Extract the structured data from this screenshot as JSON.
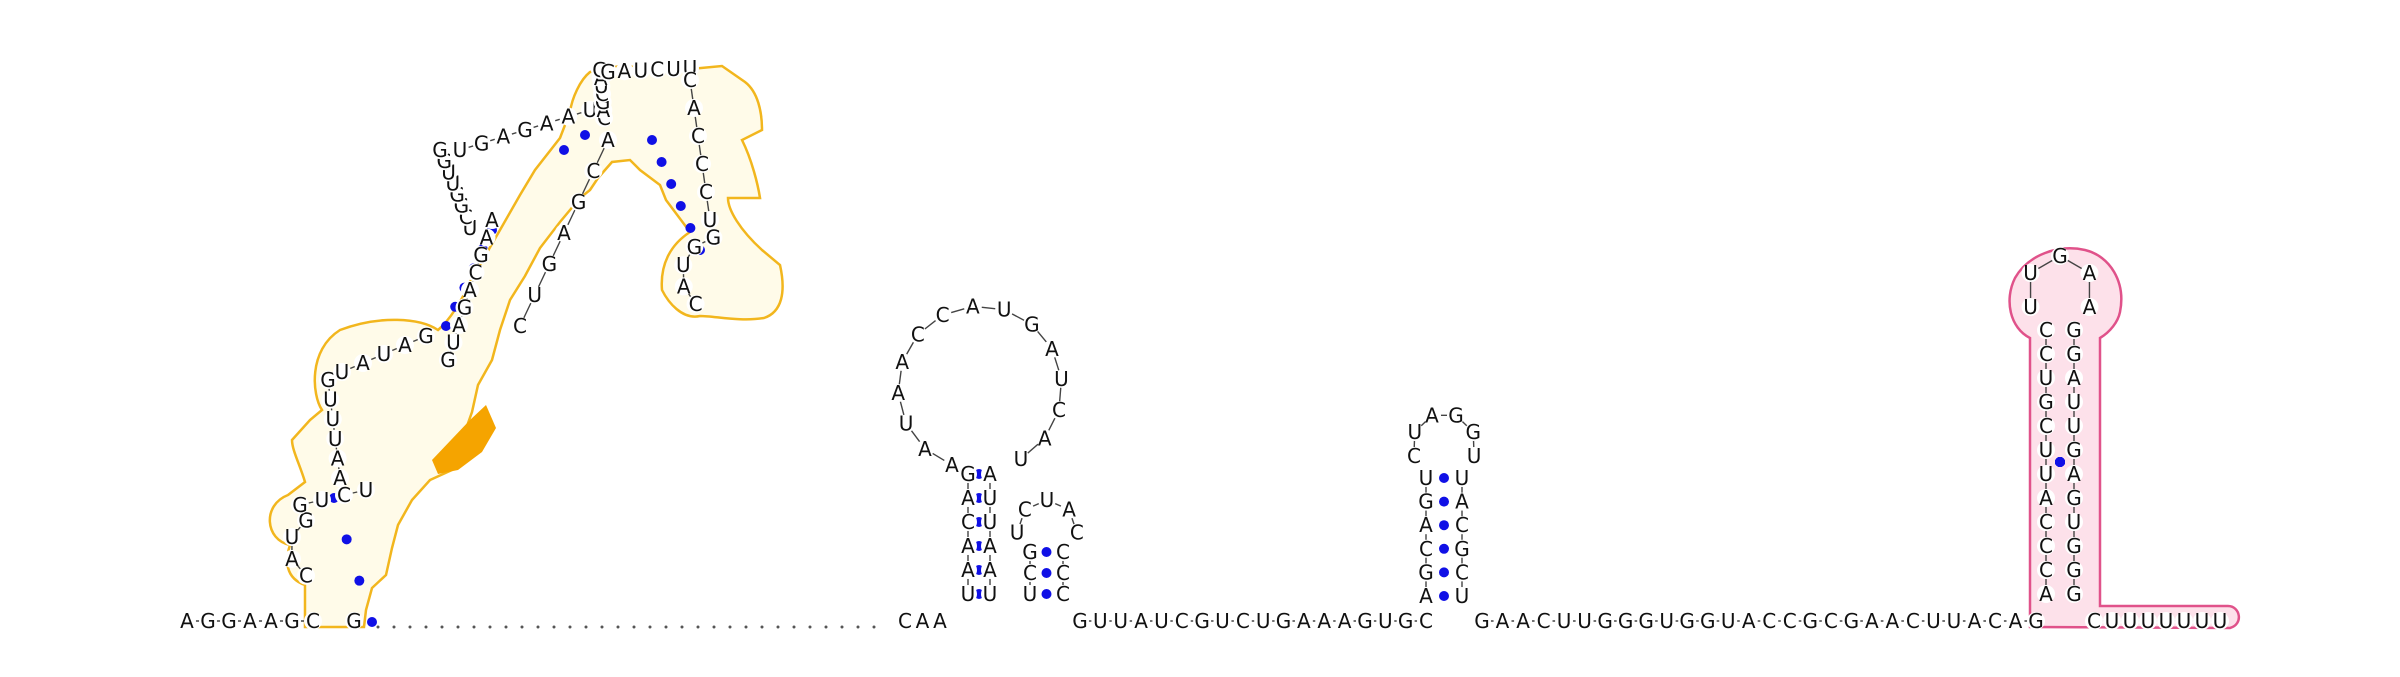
{
  "colors": {
    "pair_dot": "#1010e6",
    "domain_a_outline": "#f2b61d",
    "domain_a_fill": "#fffbe9",
    "domain_a_highlight": "#f5a400",
    "domain_b_outline": "#e0528a",
    "domain_b_fill": "#fde1ea"
  },
  "sequences": {
    "five_prime_tail": "AGGAAGC",
    "gap_connector_1": "G",
    "mid_linker_1": "CAA",
    "hp2_left_stem": "UAACAG",
    "hp2_loop": "AAUAACCAUGAUCAU",
    "hp2_right_stem": "AUUAAU",
    "hp3_left_stem": "UCG",
    "hp3_loop": "UCUAC",
    "hp3_right_stem": "CCC",
    "linker_2": "GUUAUCGUCUGAAAGUGC",
    "hp4_left_stem": "AGCAGU",
    "hp4_loop": "CUAGGU",
    "hp4_right_stem": "UACGCU",
    "linker_3": "GAACUUGGGUGGUACCGCGAACUUACAG",
    "hp5_left_stem": "CCUGCUUACCCA",
    "hp5_loop": "UUGAA",
    "hp5_right_stem": "GGAUUGAGUGGG",
    "three_prime_tail": "CUUUUUUU",
    "domain_a_segments": [
      "CAUG",
      "GUCU",
      "AAUUUG",
      "UAUAG",
      "GUAGACGAA",
      "UCGGUUGG",
      "UGAGAAU",
      "CAGCUAG",
      "GAUCUU",
      "CACCCU",
      "GGUAC",
      "ACGAGUC"
    ]
  }
}
